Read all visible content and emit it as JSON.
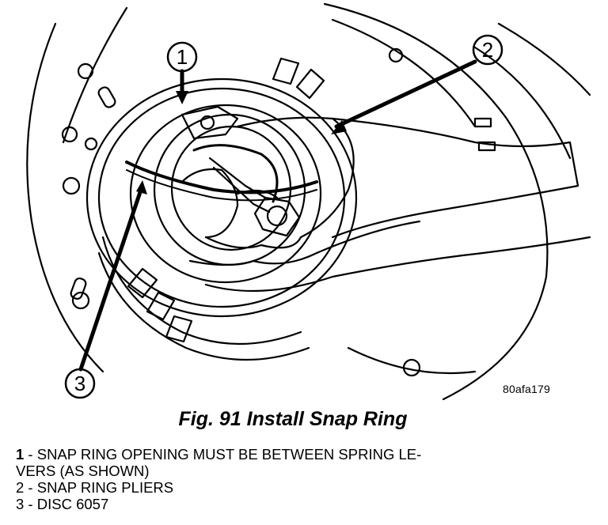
{
  "figure": {
    "code": "80afa179",
    "caption": "Fig. 91 Install Snap Ring",
    "callouts": [
      "1",
      "2",
      "3"
    ]
  },
  "legend": [
    {
      "number": "1",
      "text": " - SNAP RING OPENING MUST BE BETWEEN SPRING LE-"
    },
    {
      "number": "",
      "text": "VERS (AS SHOWN)"
    },
    {
      "number": "2",
      "text": " - SNAP RING PLIERS"
    },
    {
      "number": "3",
      "text": " - DISC 6057"
    }
  ]
}
